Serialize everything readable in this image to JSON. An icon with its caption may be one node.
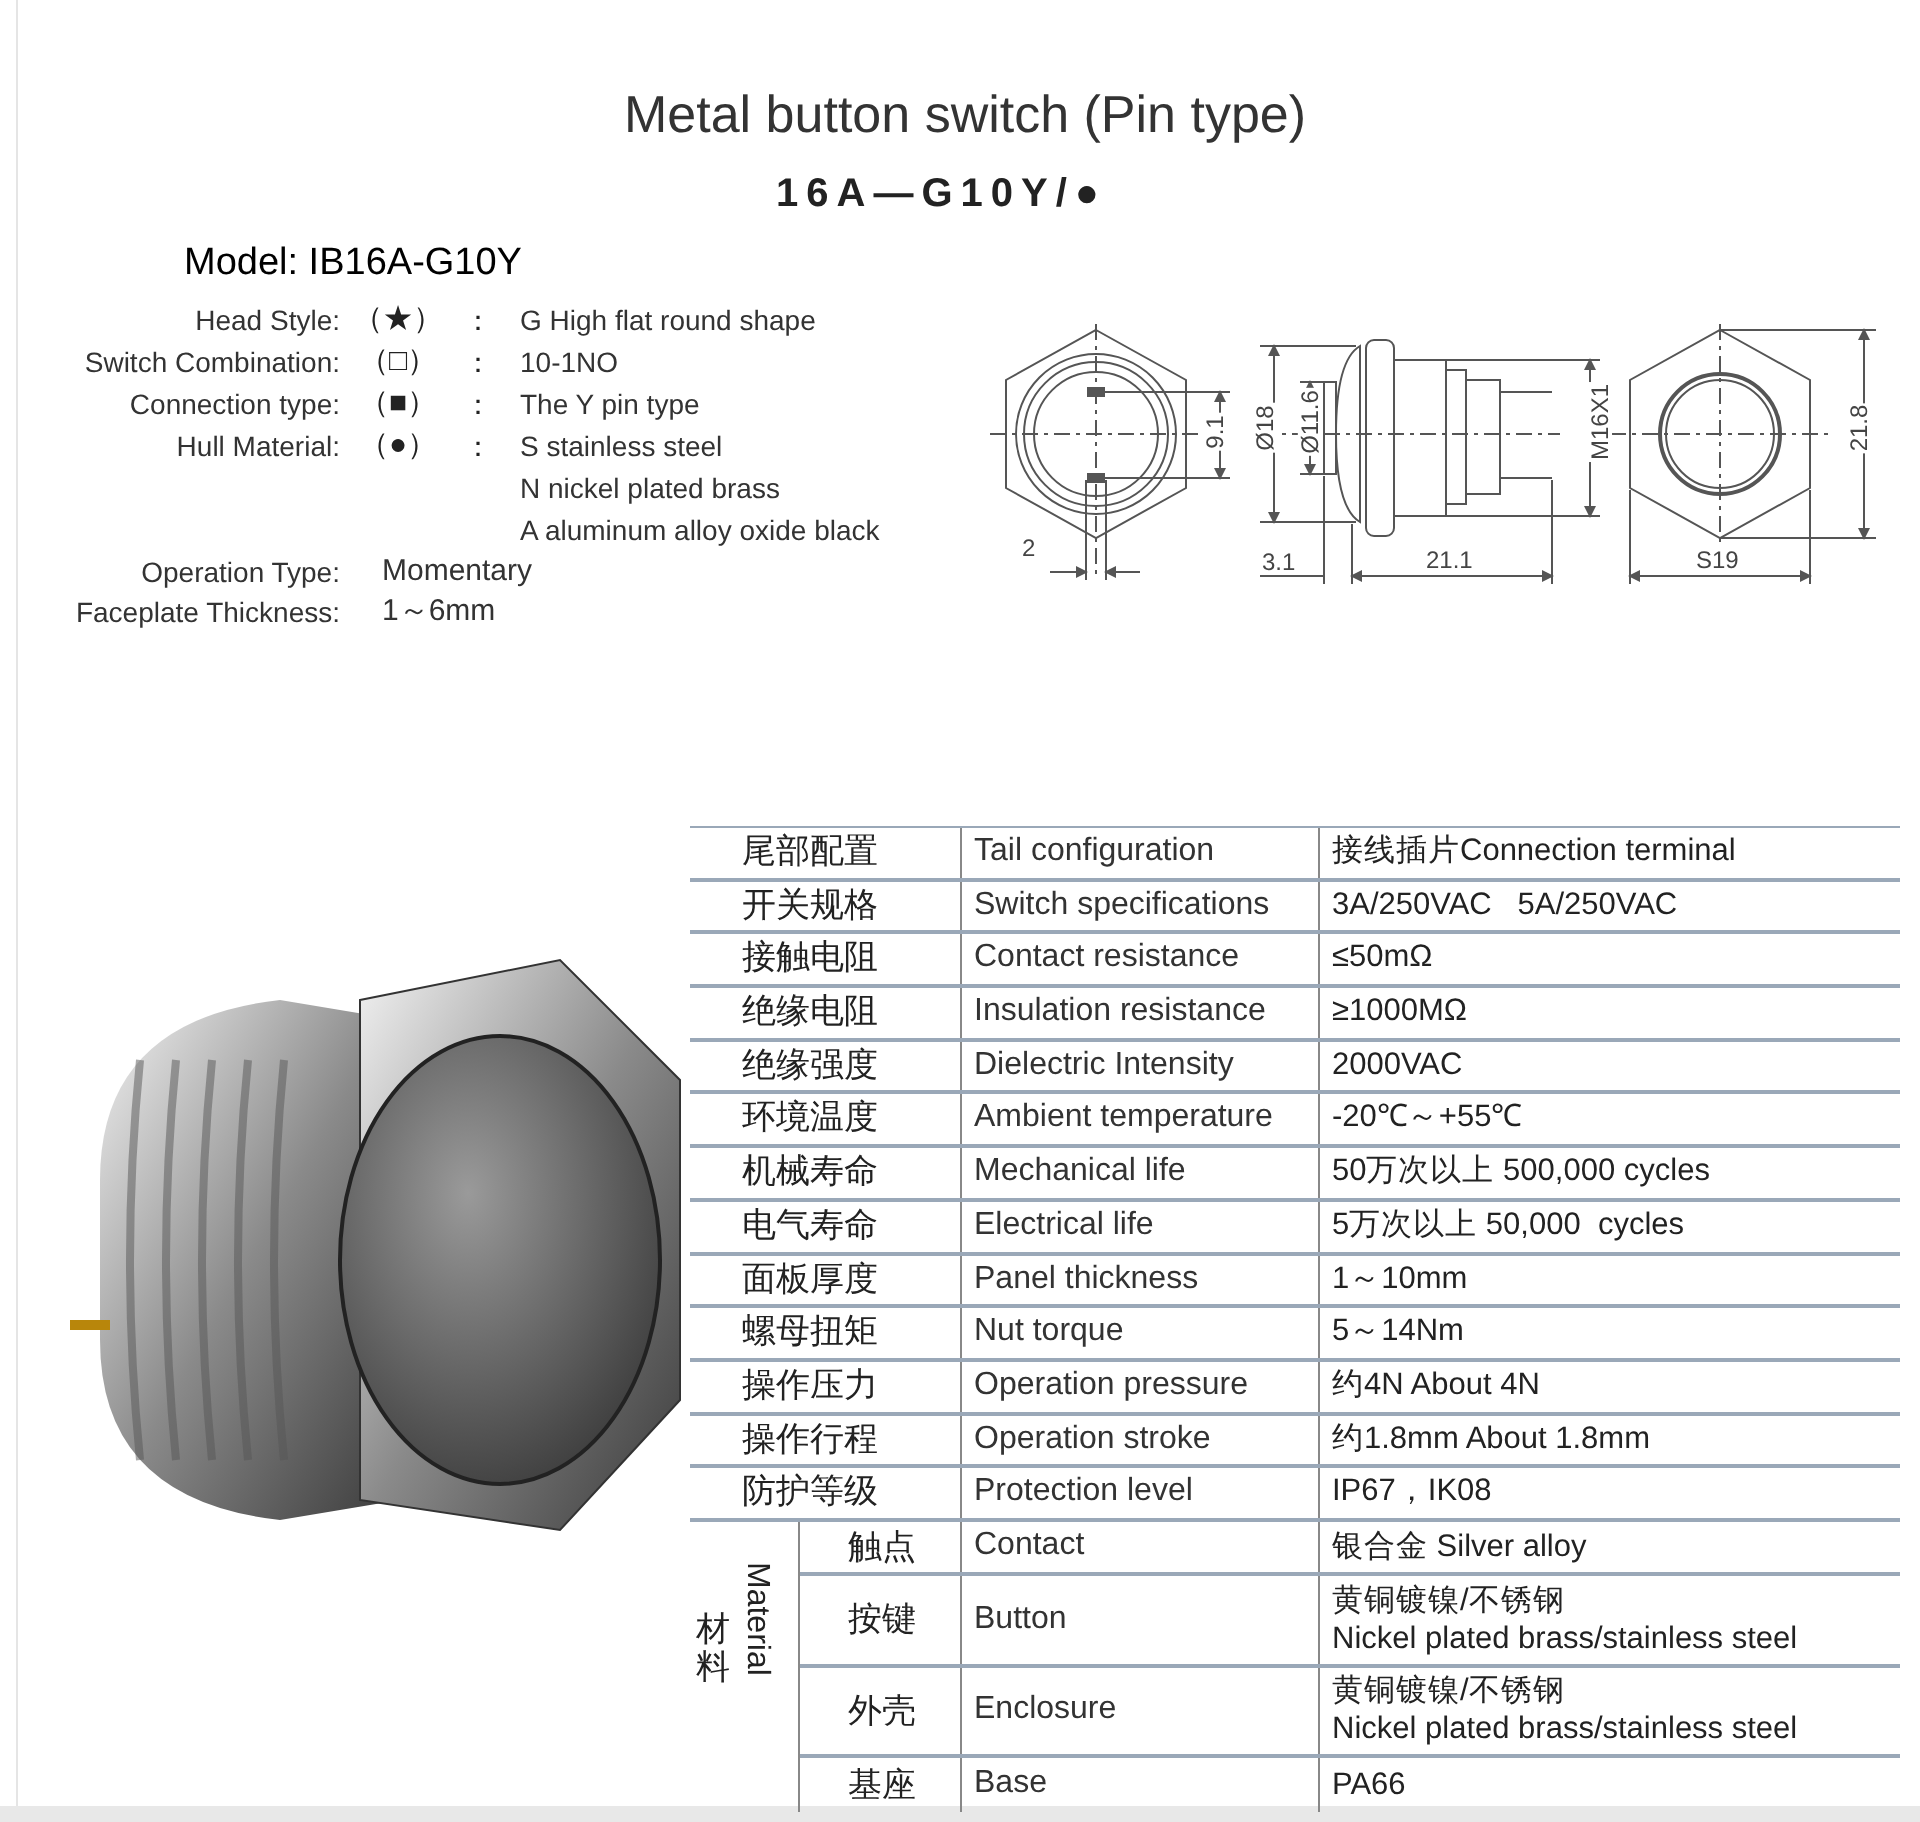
{
  "diagram": {
    "title": "Metal button switch (Pin type)",
    "labels": [
      "16A—G10Y/●",
      "Model: IB16A-G10Y",
      "Head Style:",
      "（★）",
      "：",
      "G High flat round shape",
      "Switch Combination:",
      "（□）",
      "：",
      "10-1NO",
      "Connection type:",
      "（■）",
      "：",
      "The Y pin type",
      "Hull Material:",
      "（●）",
      "：",
      "S stainless steel",
      "N nickel plated brass",
      "A aluminum alloy oxide black",
      "Operation Type:",
      "Momentary",
      "Faceplate Thickness:",
      "1～6mm",
      "9.1",
      "2",
      "Ø18",
      "Ø11.6",
      "M16X1",
      "3.1",
      "21.1",
      "21.8",
      "S19",
      "尾部配置",
      "Tail configuration",
      "接线插片Connection terminal",
      "开关规格",
      "Switch specifications",
      "3A/250VAC   5A/250VAC",
      "接触电阻",
      "Contact resistance",
      "≤50mΩ",
      "绝缘电阻",
      "Insulation resistance",
      "≥1000MΩ",
      "绝缘强度",
      "Dielectric Intensity",
      "2000VAC",
      "环境温度",
      "Ambient temperature",
      "-20℃～+55℃",
      "机械寿命",
      "Mechanical life",
      "50万次以上 500,000 cycles",
      "电气寿命",
      "Electrical life",
      "5万次以上 50,000  cycles",
      "面板厚度",
      "Panel thickness",
      "1～10mm",
      "螺母扭矩",
      "Nut torque",
      "5～14Nm",
      "操作压力",
      "Operation pressure",
      "约4N About 4N",
      "操作行程",
      "Operation stroke",
      "约1.8mm About 1.8mm",
      "防护等级",
      "Protection level",
      "IP67，IK08",
      "材料",
      "Material",
      "触点",
      "Contact",
      "银合金 Silver alloy",
      "按键",
      "Button",
      "黄铜镀镍/不锈钢",
      "Nickel plated brass/stainless steel",
      "外壳",
      "Enclosure",
      "黄铜镀镍/不锈钢",
      "Nickel plated brass/stainless steel",
      "基座",
      "Base",
      "PA66"
    ]
  }
}
